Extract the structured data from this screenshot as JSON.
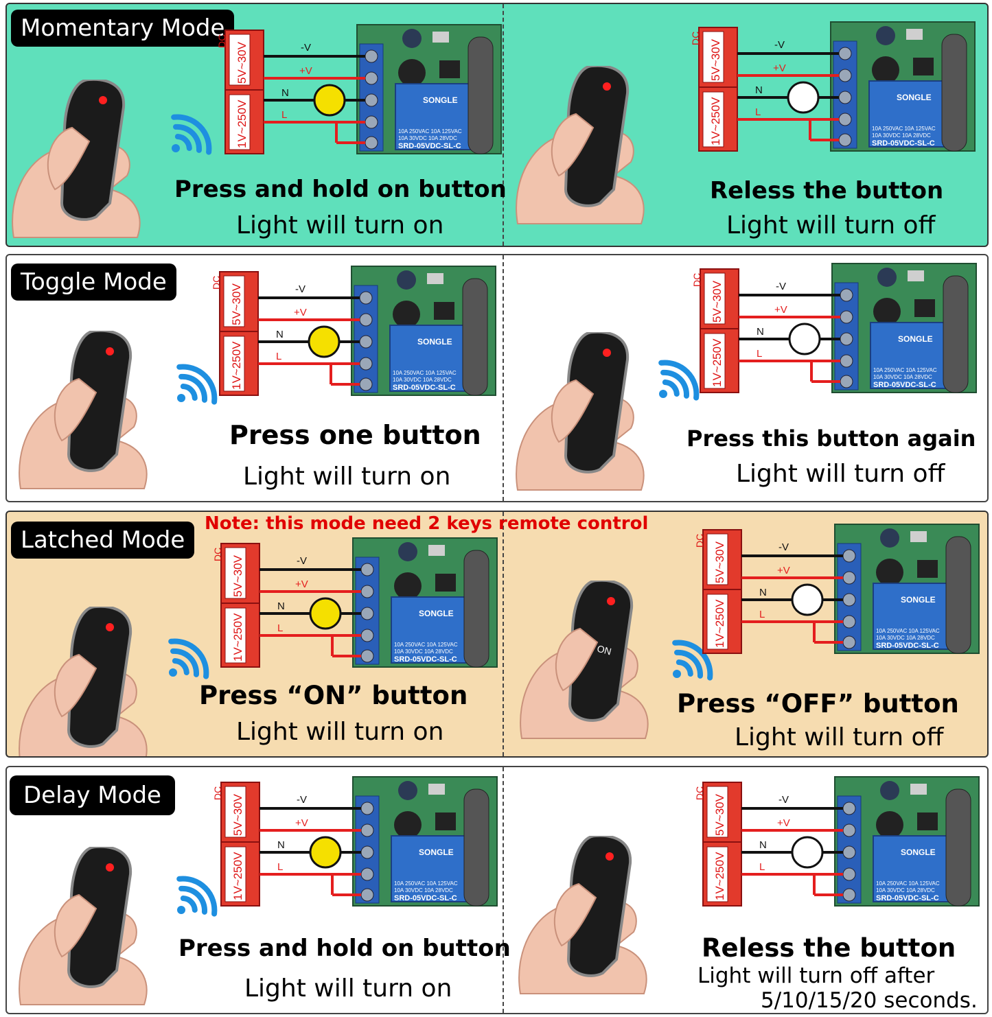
{
  "colors": {
    "momentary_bg": "#5fe0bb",
    "latched_bg": "#f6dcb0",
    "wire_red": "#e41e1e",
    "wire_black": "#111111",
    "terminal_red": "#e23a2c",
    "board_green": "#3a8a56",
    "relay_blue": "#2f6fc9",
    "bulb_on": "#f5e000",
    "signal_blue": "#1e8fe0"
  },
  "wiring": {
    "dc_label": "DC",
    "dc_range": "5V~30V",
    "ac_range": "1V~250V",
    "minus_v": "-V",
    "plus_v": "+V",
    "n": "N",
    "l": "L",
    "relay_brand": "SONGLE",
    "relay_spec_1": "10A 250VAC  10A 125VAC",
    "relay_spec_2": "10A 30VDC  10A 28VDC",
    "relay_model": "SRD-05VDC-SL-C"
  },
  "remote": {
    "on_label": "ON"
  },
  "rows": [
    {
      "mode": "Momentary Mode",
      "left": {
        "bold": "Press and hold on button",
        "normal": "Light will turn on",
        "bulb": "on"
      },
      "right": {
        "bold": "Reless the button",
        "normal": "Light will turn off",
        "bulb": "off"
      }
    },
    {
      "mode": "Toggle Mode",
      "left": {
        "bold": "Press one button",
        "normal": "Light will turn on",
        "bulb": "on"
      },
      "right": {
        "bold": "Press this button again",
        "normal": "Light will turn off",
        "bulb": "off"
      }
    },
    {
      "mode": "Latched Mode",
      "note": "Note: this mode need 2 keys remote control",
      "left": {
        "bold": "Press  “ON”  button",
        "normal": "Light will turn on",
        "bulb": "on"
      },
      "right": {
        "bold": "Press  “OFF”  button",
        "normal": "Light will turn off",
        "bulb": "off"
      }
    },
    {
      "mode": "Delay Mode",
      "left": {
        "bold": "Press and hold on button",
        "normal": "Light will turn on",
        "bulb": "on"
      },
      "right": {
        "bold": "Reless the button",
        "normal_1": "Light will turn off after",
        "normal_2": "5/10/15/20 seconds.",
        "bulb": "off"
      }
    }
  ]
}
